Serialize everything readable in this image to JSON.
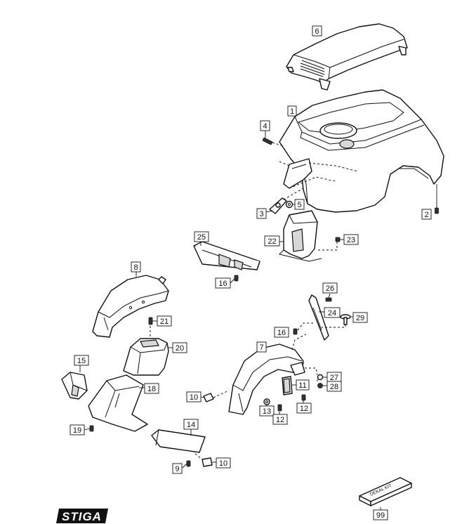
{
  "diagram": {
    "brand_logo_text": "STIGA",
    "decal_kit_text": "DEKAL KIT",
    "callouts": {
      "c1": "1",
      "c2": "2",
      "c3": "3",
      "c4": "4",
      "c5": "5",
      "c6": "6",
      "c7": "7",
      "c8": "8",
      "c9": "9",
      "c10a": "10",
      "c10b": "10",
      "c11": "11",
      "c12a": "12",
      "c12b": "12",
      "c13": "13",
      "c14": "14",
      "c15": "15",
      "c16a": "16",
      "c16b": "16",
      "c18": "18",
      "c19": "19",
      "c20": "20",
      "c21": "21",
      "c22": "22",
      "c23": "23",
      "c24": "24",
      "c25": "25",
      "c26": "26",
      "c27": "27",
      "c28": "28",
      "c29": "29",
      "c99": "99"
    }
  }
}
